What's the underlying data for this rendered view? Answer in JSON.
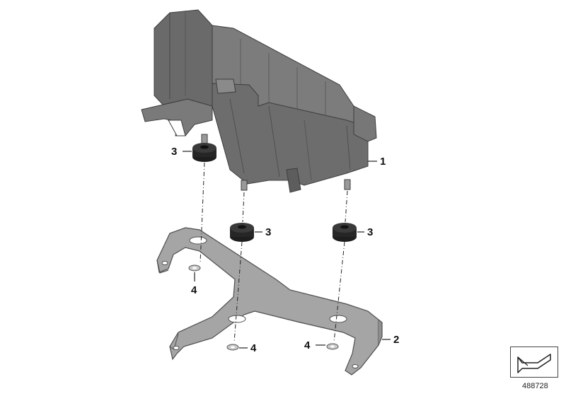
{
  "callouts": {
    "part1": "1",
    "part2": "2",
    "part3a": "3",
    "part3b": "3",
    "part3c": "3",
    "part4a": "4",
    "part4b": "4",
    "part4c": "4"
  },
  "reference_number": "488728",
  "colors": {
    "holder_fill": "#6e6e6e",
    "holder_dark": "#4d4d4d",
    "holder_light": "#8a8a8a",
    "bracket_fill": "#a8a8a8",
    "bracket_edge": "#5a5a5a",
    "grommet": "#1e1e1e",
    "line": "#222222"
  },
  "icons": {
    "navigation": "arrow-pointer-icon"
  }
}
